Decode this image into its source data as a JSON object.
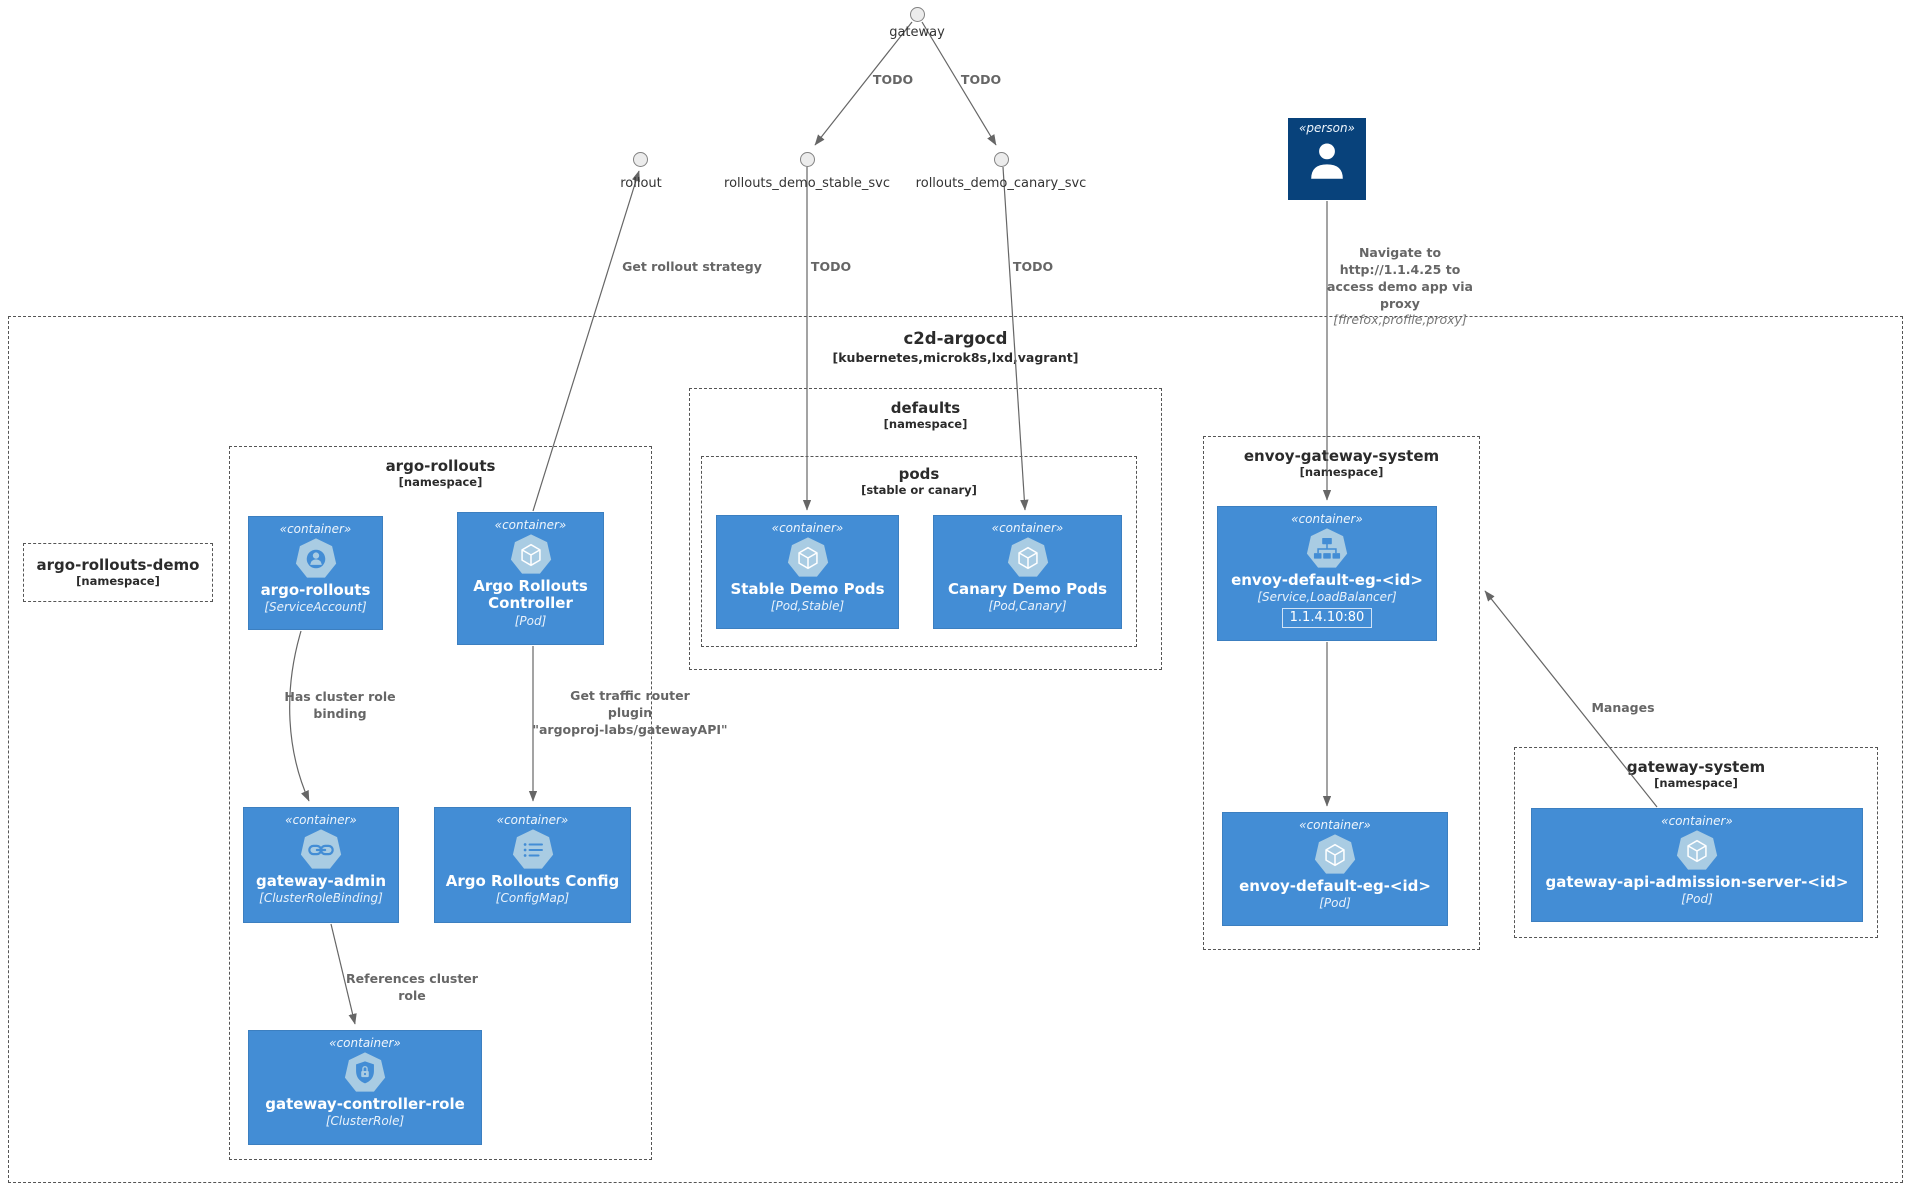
{
  "colors": {
    "container_fill": "#438DD5",
    "person_fill": "#08427B",
    "icon_sprite": "#A9CCE3",
    "edge": "#666666",
    "boundary_line": "#555555"
  },
  "external_nodes": [
    {
      "label": "gateway"
    },
    {
      "label": "rollout"
    },
    {
      "label": "rollouts_demo_stable_svc"
    },
    {
      "label": "rollouts_demo_canary_svc"
    }
  ],
  "person": {
    "stereotype": "«person»",
    "icon": "person-icon"
  },
  "boundaries": {
    "system": {
      "title": "c2d-argocd",
      "subtitle": "[kubernetes,microk8s,lxd,vagrant]"
    },
    "argo_rollouts_demo": {
      "title": "argo-rollouts-demo",
      "subtitle": "[namespace]"
    },
    "argo_rollouts": {
      "title": "argo-rollouts",
      "subtitle": "[namespace]"
    },
    "defaults": {
      "title": "defaults",
      "subtitle": "[namespace]"
    },
    "pods": {
      "title": "pods",
      "subtitle": "[stable or canary]"
    },
    "envoy_gateway_system": {
      "title": "envoy-gateway-system",
      "subtitle": "[namespace]"
    },
    "gateway_system": {
      "title": "gateway-system",
      "subtitle": "[namespace]"
    }
  },
  "containers": {
    "sa": {
      "stereotype": "«container»",
      "name": "argo-rollouts",
      "tech": "[ServiceAccount]",
      "icon": "service-account-icon"
    },
    "controller": {
      "stereotype": "«container»",
      "name": "Argo Rollouts Controller",
      "tech": "[Pod]",
      "icon": "pod-icon"
    },
    "gateway_admin": {
      "stereotype": "«container»",
      "name": "gateway-admin",
      "tech": "[ClusterRoleBinding]",
      "icon": "cluster-role-binding-icon"
    },
    "config": {
      "stereotype": "«container»",
      "name": "Argo Rollouts Config",
      "tech": "[ConfigMap]",
      "icon": "config-map-icon"
    },
    "role": {
      "stereotype": "«container»",
      "name": "gateway-controller-role",
      "tech": "[ClusterRole]",
      "icon": "cluster-role-icon"
    },
    "stable": {
      "stereotype": "«container»",
      "name": "Stable Demo Pods",
      "tech": "[Pod,Stable]",
      "icon": "pod-icon"
    },
    "canary": {
      "stereotype": "«container»",
      "name": "Canary Demo Pods",
      "tech": "[Pod,Canary]",
      "icon": "pod-icon"
    },
    "envoy_svc": {
      "stereotype": "«container»",
      "name": "envoy-default-eg-<id>",
      "tech": "[Service,LoadBalancer]",
      "address": "1.1.4.10:80",
      "icon": "service-icon"
    },
    "envoy_pod": {
      "stereotype": "«container»",
      "name": "envoy-default-eg-<id>",
      "tech": "[Pod]",
      "icon": "pod-icon"
    },
    "admission": {
      "stereotype": "«container»",
      "name": "gateway-api-admission-server-<id>",
      "tech": "[Pod]",
      "icon": "pod-icon"
    }
  },
  "edges": {
    "todo_top_left": "TODO",
    "todo_top_right": "TODO",
    "todo_mid_left": "TODO",
    "todo_mid_right": "TODO",
    "get_rollout_strategy": "Get rollout strategy",
    "navigate": "Navigate to\nhttp://1.1.4.25 to\naccess demo app via\nproxy",
    "navigate_tech": "[firefox,profile,proxy]",
    "has_cluster_role_binding": "Has cluster role\nbinding",
    "get_traffic_router": "Get traffic router\nplugin\n\"argoproj-labs/gatewayAPI\"",
    "references_cluster_role": "References cluster\nrole",
    "manages": "Manages"
  }
}
